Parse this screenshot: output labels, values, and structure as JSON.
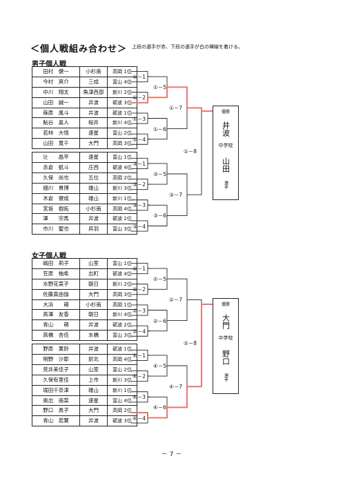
{
  "header": {
    "title": "＜個人戦組み合わせ＞",
    "note": "上段の選手が赤、下段の選手が白の襷線を着ける。"
  },
  "boys": {
    "title": "男子個人戦",
    "players": [
      {
        "name": "田村　健一",
        "school": "小杉南",
        "rank": "高岡 1位"
      },
      {
        "name": "今村　爽介",
        "school": "三成",
        "rank": "富山 4位"
      },
      {
        "name": "中川　翔太",
        "school": "魚津西部",
        "rank": "新川 2位"
      },
      {
        "name": "山田　誠一",
        "school": "井波",
        "rank": "砺波 3位"
      },
      {
        "name": "篠原　風斗",
        "school": "井波",
        "rank": "砺波 1位"
      },
      {
        "name": "鮎谷　嘉人",
        "school": "桜井",
        "rank": "新川 4位"
      },
      {
        "name": "若林　大悟",
        "school": "速星",
        "rank": "富山 2位"
      },
      {
        "name": "山田　寛千",
        "school": "大門",
        "rank": "高岡 3位"
      },
      {
        "name": "辻　　晶平",
        "school": "速星",
        "rank": "富山 1位"
      },
      {
        "name": "赤倉　凱斗",
        "school": "庄西",
        "rank": "砺波 4位"
      },
      {
        "name": "久保　尚也",
        "school": "五位",
        "rank": "高岡 2位"
      },
      {
        "name": "細川　貴博",
        "school": "雄山",
        "rank": "新川 3位"
      },
      {
        "name": "木倉　健成",
        "school": "雄山",
        "rank": "新川 1位"
      },
      {
        "name": "宮坂　樹拓",
        "school": "小杉南",
        "rank": "高岡 4位"
      },
      {
        "name": "澤　　宗馬",
        "school": "井波",
        "rank": "砺波 2位"
      },
      {
        "name": "市川　聖也",
        "school": "呉羽",
        "rank": "富山 3位"
      }
    ],
    "r1": [
      "①－1",
      "①－2",
      "①－3",
      "①－4",
      "③－1",
      "③－2",
      "③－3",
      "③－4"
    ],
    "r2": [
      "①－5",
      "①－6",
      "③－5",
      "③－6"
    ],
    "r3": [
      "①－7",
      "③－7"
    ],
    "final": "①－8",
    "winner": {
      "tag": "優勝",
      "school": "井波",
      "school2": "中学校",
      "name": "山田",
      "sel": "選手"
    }
  },
  "girls": {
    "title": "女子個人戦",
    "players": [
      {
        "name": "嶋田　莉子",
        "school": "山室",
        "rank": "富山 1位"
      },
      {
        "name": "笠原　柚希",
        "school": "出町",
        "rank": "砺波 4位"
      },
      {
        "name": "水野花菜子",
        "school": "朝日",
        "rank": "新川 2位"
      },
      {
        "name": "佐藤真由伽",
        "school": "大門",
        "rank": "高岡 3位"
      },
      {
        "name": "大浜　　萌",
        "school": "小杉南",
        "rank": "高岡 1位"
      },
      {
        "name": "高澤　友香",
        "school": "朝日",
        "rank": "新川 4位"
      },
      {
        "name": "青山　　萌",
        "school": "井波",
        "rank": "砺波 2位"
      },
      {
        "name": "高橋　杏佳",
        "school": "水橋",
        "rank": "富山 3位"
      },
      {
        "name": "野原　果鈴",
        "school": "井波",
        "rank": "砺波 1位"
      },
      {
        "name": "明野　沙耶",
        "school": "射北",
        "rank": "高岡 4位"
      },
      {
        "name": "荒井美佳子",
        "school": "山室",
        "rank": "富山 2位"
      },
      {
        "name": "久保有里佳",
        "school": "上市",
        "rank": "新川 3位"
      },
      {
        "name": "堀田千奈津",
        "school": "雄山",
        "rank": "新川 1位"
      },
      {
        "name": "奥出　南菜",
        "school": "速星",
        "rank": "富山 4位"
      },
      {
        "name": "野口　眞子",
        "school": "大門",
        "rank": "高岡 2位"
      },
      {
        "name": "青山　若葉",
        "school": "井波",
        "rank": "砺波 3位"
      }
    ],
    "r1": [
      "②－1",
      "②－2",
      "②－3",
      "②－4",
      "④－1",
      "④－2",
      "④－3",
      "④－4"
    ],
    "r2": [
      "②－5",
      "②－6",
      "④－5",
      "④－6"
    ],
    "r3": [
      "②－7",
      "④－7"
    ],
    "final": "②－8",
    "winner": {
      "tag": "優勝",
      "school": "大門",
      "school2": "中学校",
      "name": "野口",
      "sel": "選手"
    }
  },
  "page": {
    "number": "－ 7 －"
  },
  "colors": {
    "win_line": "#e8786e",
    "line": "#222222"
  }
}
